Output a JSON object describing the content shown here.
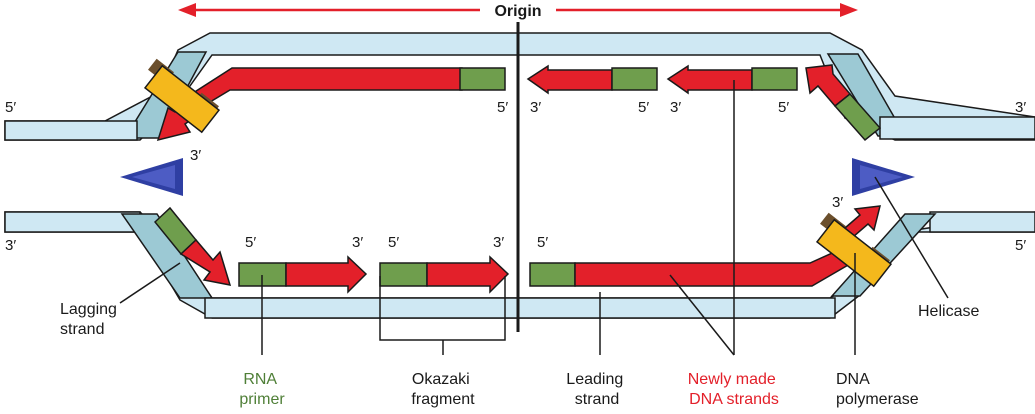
{
  "title": "Origin",
  "prime": {
    "five": "5′",
    "three": "3′"
  },
  "labels": {
    "lagging_strand": [
      "Lagging",
      "strand"
    ],
    "rna_primer": [
      "RNA",
      "primer"
    ],
    "okazaki_fragment": [
      "Okazaki",
      "fragment"
    ],
    "leading_strand": [
      "Leading",
      "strand"
    ],
    "newly_made": [
      "Newly made",
      "DNA strands"
    ],
    "dna_polymerase": [
      "DNA",
      "polymerase"
    ],
    "helicase": "Helicase"
  },
  "colors": {
    "template_strand": "#cfe8f3",
    "template_fork": "#9cc9d4",
    "new_dna": "#e3202a",
    "primer": "#6f9e4d",
    "polymerase": "#f4b81c",
    "polymerase_edge": "#6b4f2c",
    "helicase": "#3b4cb0",
    "origin_arrow": "#e3202a",
    "primer_text": "#4f7f37",
    "newly_made_text": "#e3202a"
  }
}
